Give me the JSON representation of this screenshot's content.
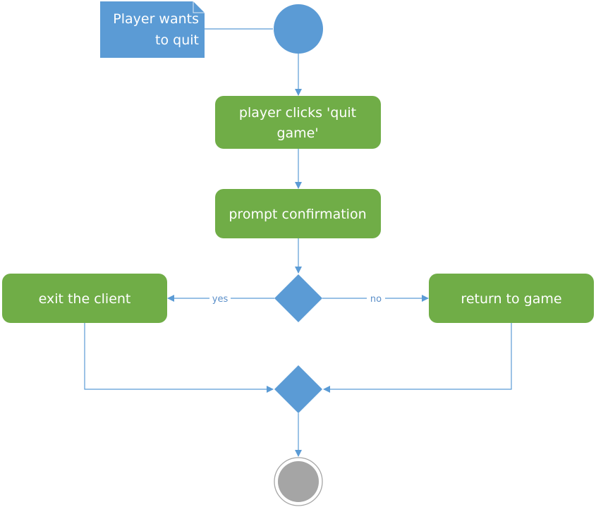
{
  "note": {
    "line1": "Player wants",
    "line2": "to quit"
  },
  "actions": {
    "click_quit": {
      "line1": "player clicks 'quit",
      "line2": "game'"
    },
    "prompt": {
      "label": "prompt confirmation"
    },
    "exit": {
      "label": "exit the client"
    },
    "return": {
      "label": "return to game"
    }
  },
  "edges": {
    "yes": "yes",
    "no": "no"
  },
  "colors": {
    "node_blue": "#5b9bd5",
    "action_green": "#70ad47",
    "final_gray": "#a5a5a5",
    "connector": "#5b9bd5"
  }
}
